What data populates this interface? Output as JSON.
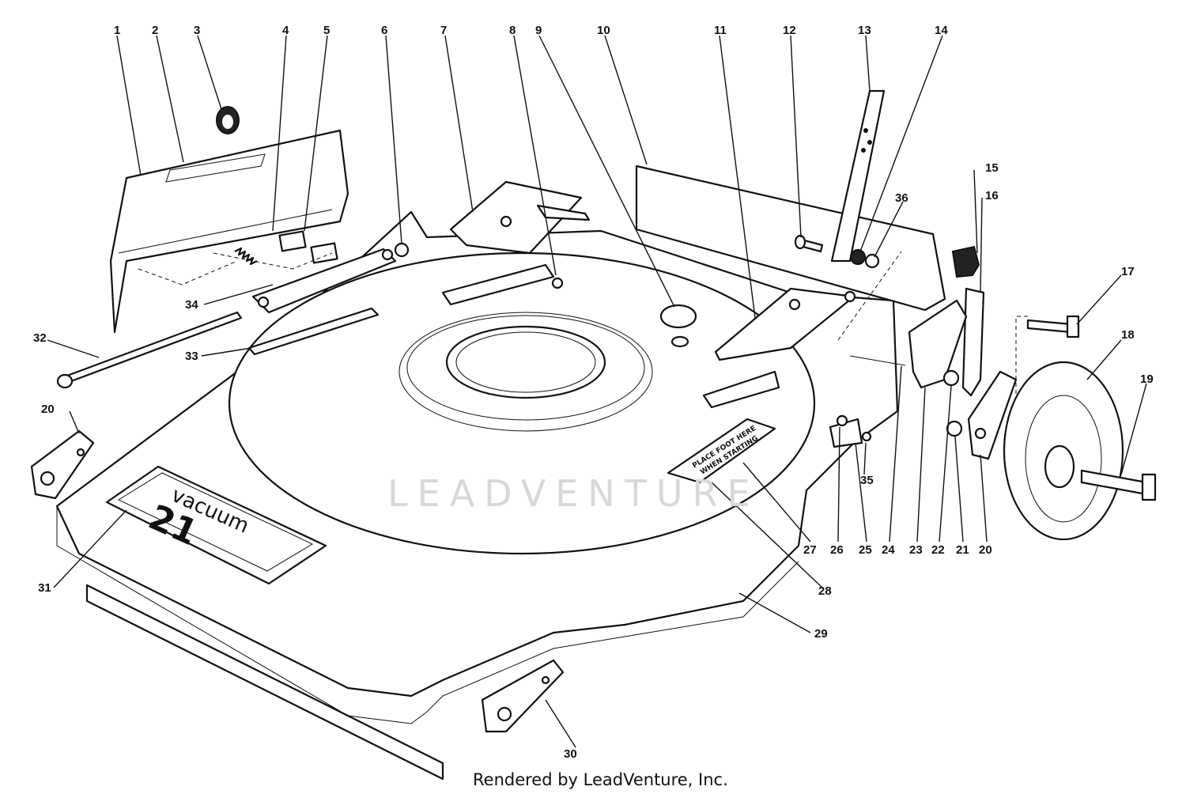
{
  "callouts": [
    "1",
    "2",
    "3",
    "4",
    "5",
    "6",
    "7",
    "8",
    "9",
    "10",
    "11",
    "12",
    "13",
    "14",
    "15",
    "16",
    "17",
    "18",
    "19",
    "20",
    "20",
    "21",
    "22",
    "23",
    "24",
    "25",
    "26",
    "27",
    "28",
    "29",
    "30",
    "31",
    "32",
    "33",
    "34",
    "35",
    "36"
  ],
  "watermark": "LEADVENTURE",
  "footer": "Rendered by LeadVenture, Inc.",
  "decal": {
    "line1": "PLACE FOOT HERE",
    "line2": "WHEN STARTING"
  },
  "brand": {
    "word": "vacuum",
    "number": "21"
  }
}
